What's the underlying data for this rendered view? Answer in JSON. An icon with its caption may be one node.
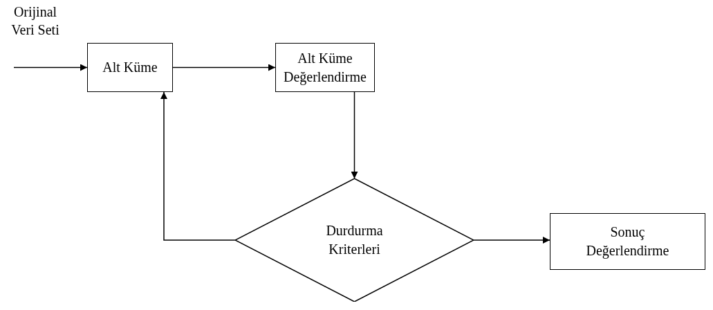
{
  "diagram": {
    "nodes": [
      {
        "text": [
          "Alt Küme"
        ]
      },
      {
        "text": [
          "Alt Küme Değerlendirme"
        ]
      },
      {
        "text": [
          "Durdurma Kriterleri"
        ]
      },
      {
        "text": [
          "Sonuç Değerlendirme"
        ]
      }
    ],
    "edges": [
      {
        "from": null,
        "to": 0,
        "arrow": "to"
      },
      {
        "from": 0,
        "to": 1,
        "arrow": "to"
      },
      {
        "from": 1,
        "to": 2,
        "arrow": "to"
      },
      {
        "from": 2,
        "to": 0,
        "arrow": "to"
      },
      {
        "from": 2,
        "to": 3,
        "arrow": "to"
      }
    ],
    "labels": [
      "Orijinal Veri Seti"
    ]
  }
}
